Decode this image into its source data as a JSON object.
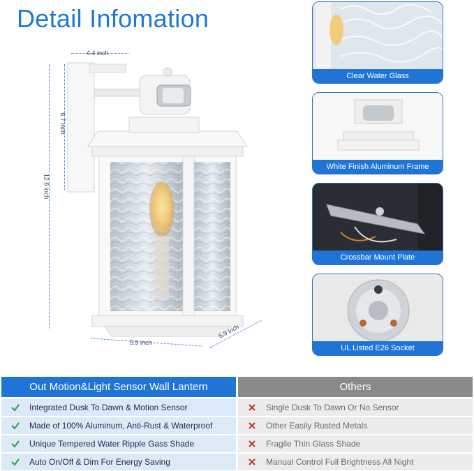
{
  "title": "Detail Infomation",
  "dimensions": {
    "width_top": "4.4 inch",
    "height_back": "6.7 inch",
    "height_total": "12.6 inch",
    "width_bottom": "5.9 inch",
    "depth_bottom": "5.9 inch"
  },
  "details": [
    {
      "label": "Clear Water Glass"
    },
    {
      "label": "White Finish Aluminum Frame"
    },
    {
      "label": "Crossbar Mount Plate"
    },
    {
      "label": "UL Listed E26 Socket"
    }
  ],
  "comparison": {
    "ours_header": "Out Motion&Light Sensor Wall Lantern",
    "others_header": "Others",
    "ours": [
      "Integrated Dusk To Dawn & Motion Sensor",
      "Made of 100% Aluminum, Anti-Rust & Waterproof",
      "Unique Tempered Water Ripple Gass Shade",
      "Auto On/Off & Dim For Energy Saving"
    ],
    "others": [
      "Single Dusk To Dawn Or No Sensor",
      "Other Easily Rusted Metals",
      "Fragile Thin Glass Shade",
      "Manual Control Full Brightness All Night"
    ]
  },
  "colors": {
    "accent": "#1f74d6",
    "others": "#8a8a8a",
    "check": "#2aa84a",
    "cross": "#c23b3b"
  }
}
